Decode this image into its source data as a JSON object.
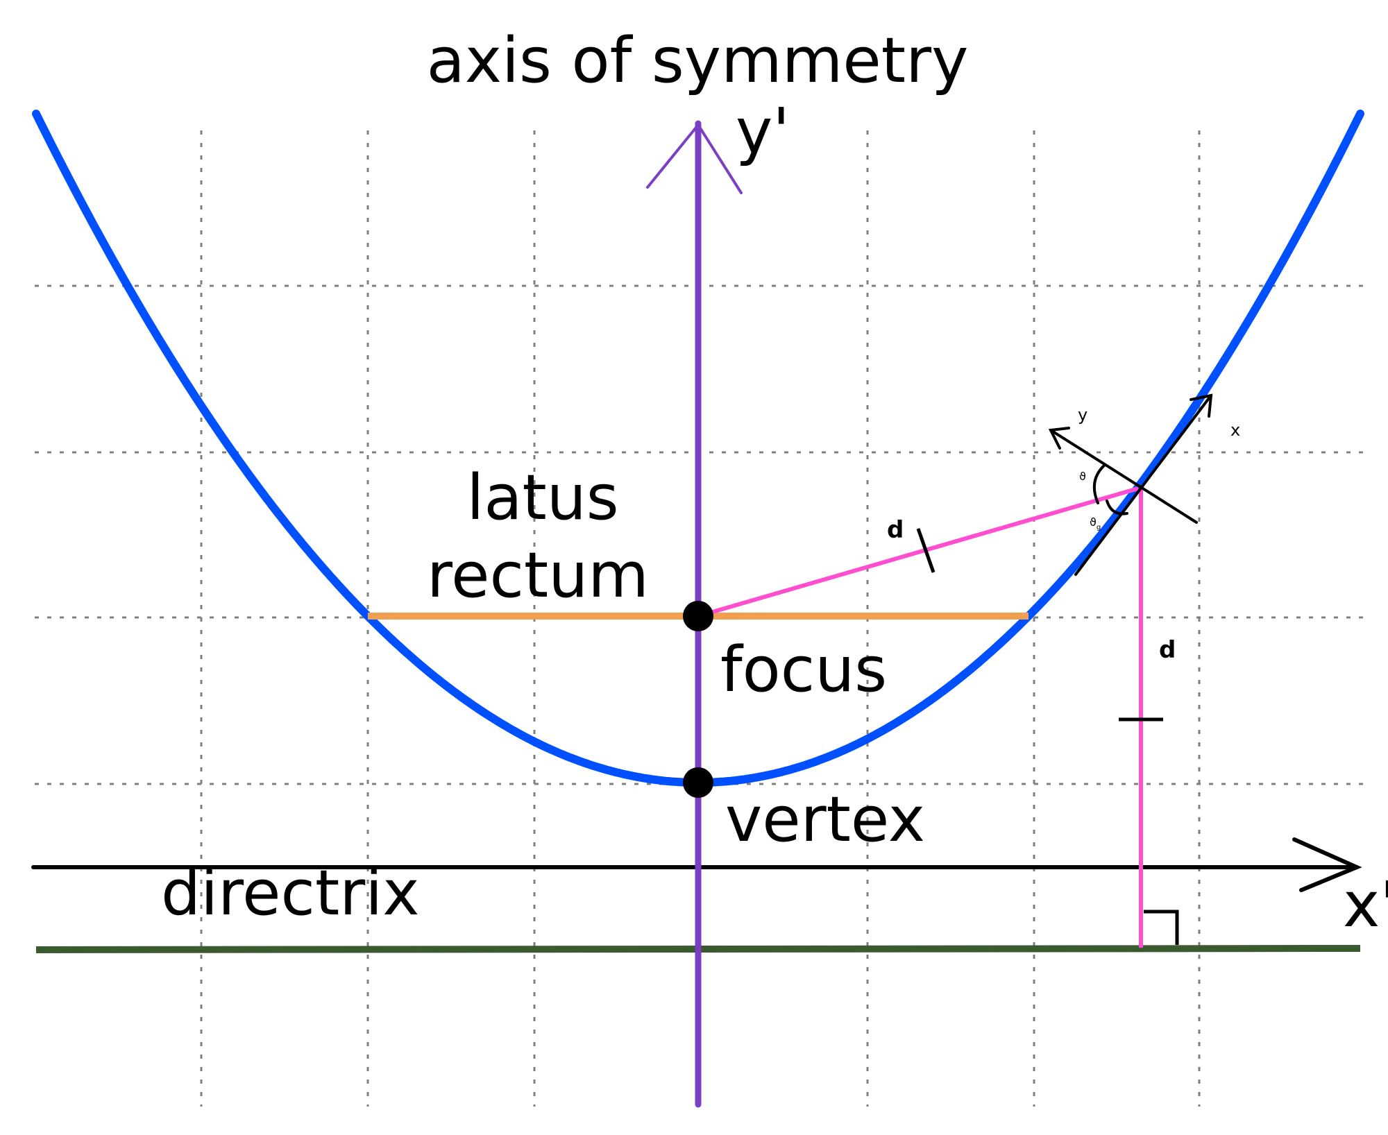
{
  "labels": {
    "title": "axis of symmetry",
    "y_axis": "y'",
    "x_axis": "x'",
    "latus_line1": "latus",
    "latus_line2": "rectum",
    "focus": "focus",
    "vertex": "vertex",
    "directrix": "directrix",
    "dist1": "d",
    "dist2": "d",
    "local_y": "y",
    "local_x": "x",
    "theta": "ϑ",
    "theta_sub": "ϑ",
    "theta_sub_index": "g"
  },
  "colors": {
    "parabola": "#0050ff",
    "axis": "#7b3fc4",
    "latus": "#f0a050",
    "pink": "#ff4fd0",
    "directrix": "#3a5a30",
    "grid": "#808080",
    "black": "#000000"
  }
}
